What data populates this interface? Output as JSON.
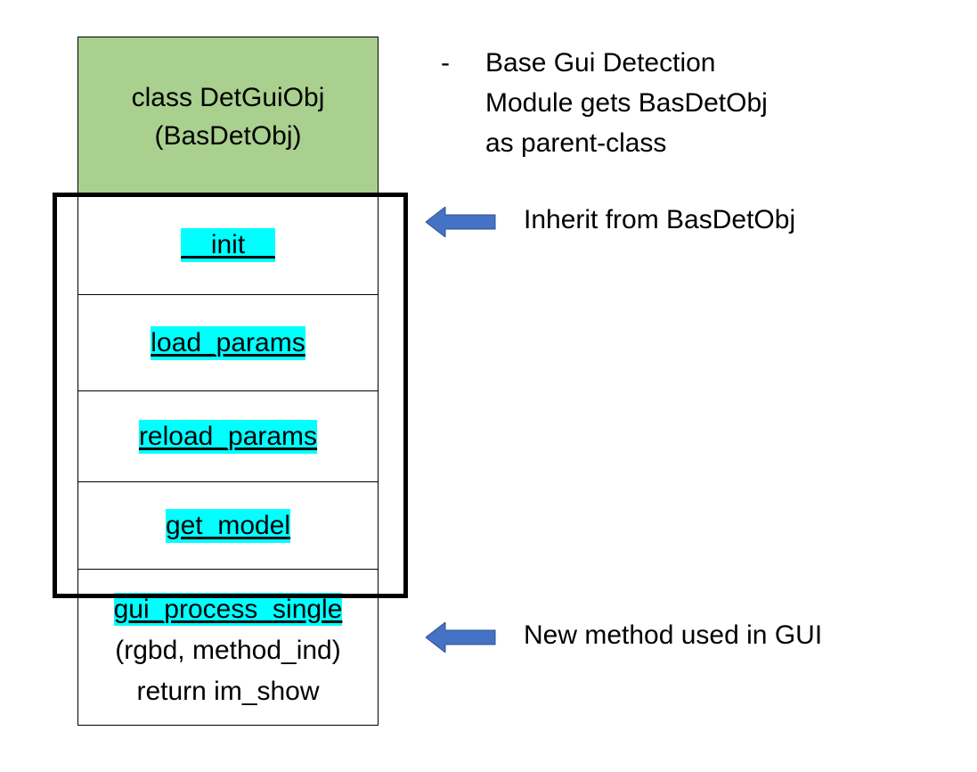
{
  "class_box": {
    "header_line1": "class DetGuiObj",
    "header_line2": "(BasDetObj)",
    "methods": [
      "__init__",
      "load_params",
      "reload_params",
      "get_model"
    ],
    "new_method": {
      "line1": "gui_process_single",
      "line2": "(rgbd, method_ind)",
      "line3": "return im_show"
    }
  },
  "note": {
    "bullet": "-",
    "line1": "Base Gui Detection",
    "line2": "Module gets BasDetObj",
    "line3": "as parent-class"
  },
  "annotations": {
    "inherit": "Inherit from BasDetObj",
    "new_method": "New method used in GUI"
  },
  "colors": {
    "header_fill": "#a9d08e",
    "highlight": "#00ffff",
    "arrow_fill": "#4472c4"
  }
}
